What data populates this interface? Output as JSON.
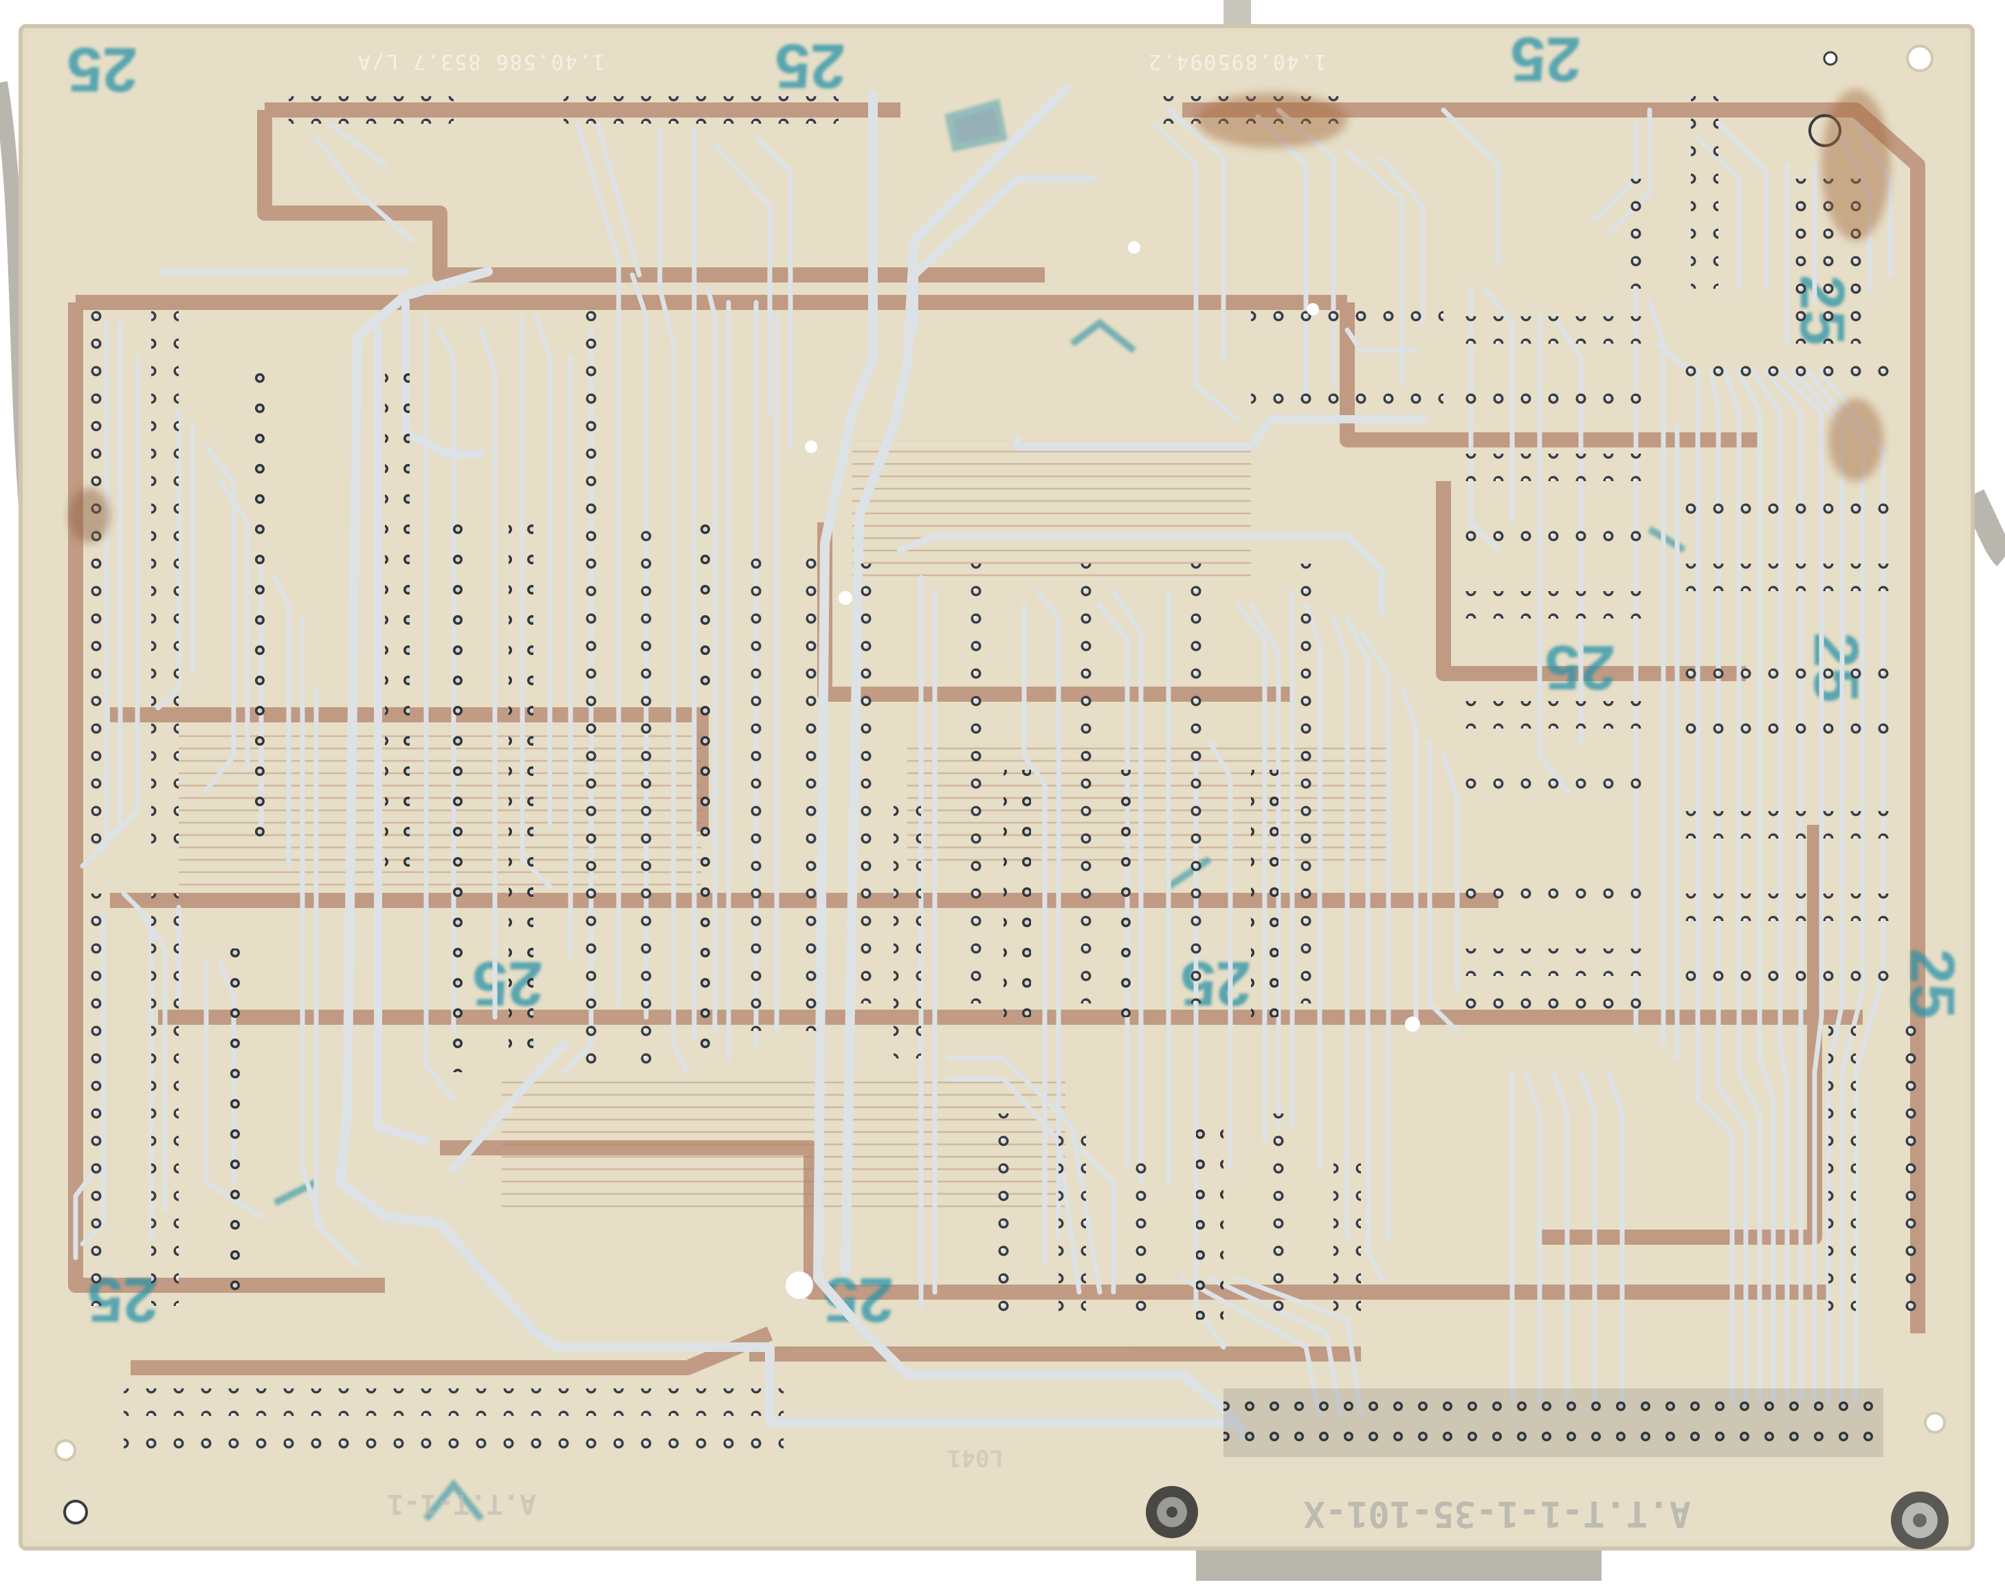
{
  "board": {
    "part_number_left": "1.40.586 853.7 L/A",
    "part_number_right": "1.40.895094.2",
    "stamp": "25",
    "bottom_marking": "A.T.T-1-1-35-101-X",
    "bottom_left_marking": "A.T.T-1-1",
    "connector_label": "L041"
  },
  "colors": {
    "cable": "#b9b6ad",
    "board": "#e4dcc4",
    "copper_back": "#a2644a",
    "solder_trace": "#dde2e6",
    "pad": "#3b3c3e",
    "stamp": "#2a93a8",
    "background": "#ffffff"
  }
}
